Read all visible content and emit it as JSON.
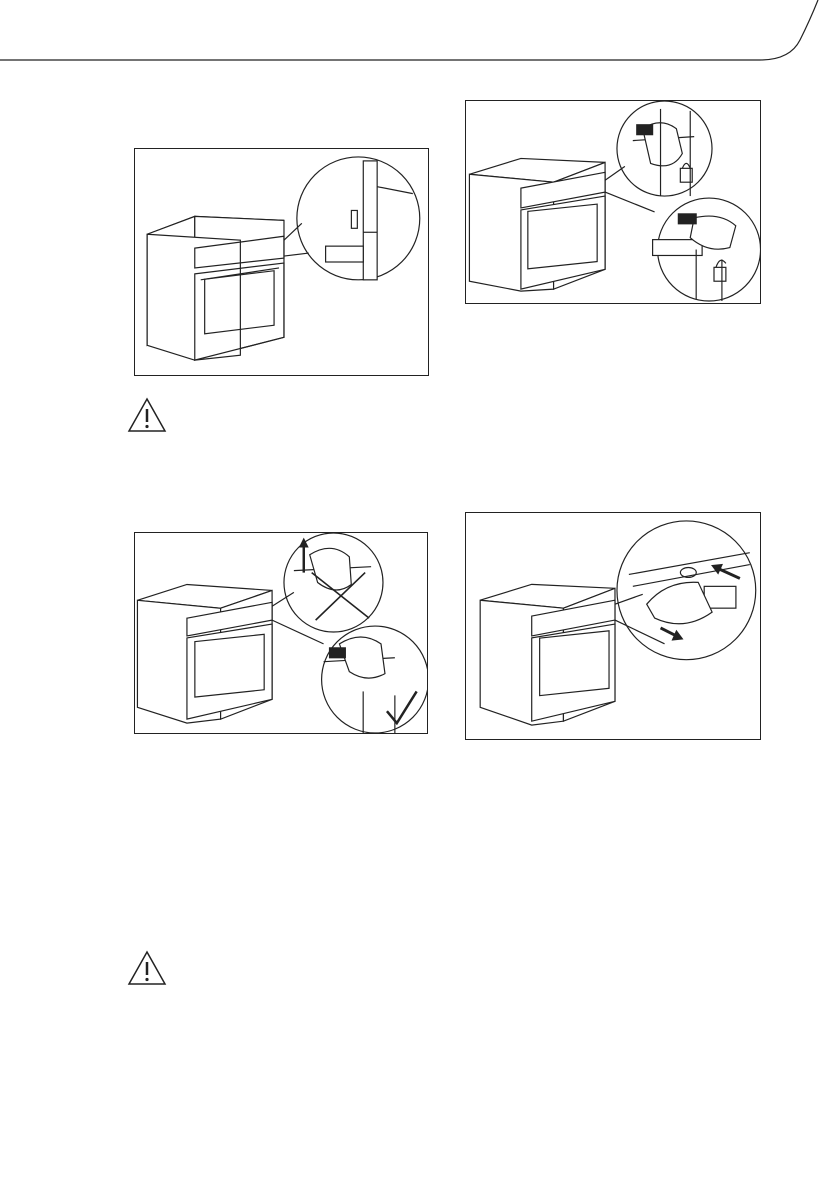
{
  "page": {
    "background": "#ffffff",
    "line_color": "#222222"
  },
  "figures": [
    {
      "name": "figure-oven-detail-bracket",
      "icons": [
        "oven-icon",
        "magnified-detail-circle",
        "bracket-icon"
      ]
    },
    {
      "name": "figure-oven-lock-unlock",
      "icons": [
        "oven-icon",
        "hand-icon",
        "lock-icon",
        "unlock-icon"
      ]
    },
    {
      "name": "figure-oven-wrong-right-grip",
      "icons": [
        "oven-icon",
        "hand-icon",
        "cross-icon",
        "checkmark-icon"
      ]
    },
    {
      "name": "figure-oven-push-in",
      "icons": [
        "oven-icon",
        "hand-icon",
        "arrow-icon"
      ]
    }
  ],
  "warnings": [
    {
      "icon": "warning-triangle-icon"
    },
    {
      "icon": "warning-triangle-icon"
    }
  ]
}
